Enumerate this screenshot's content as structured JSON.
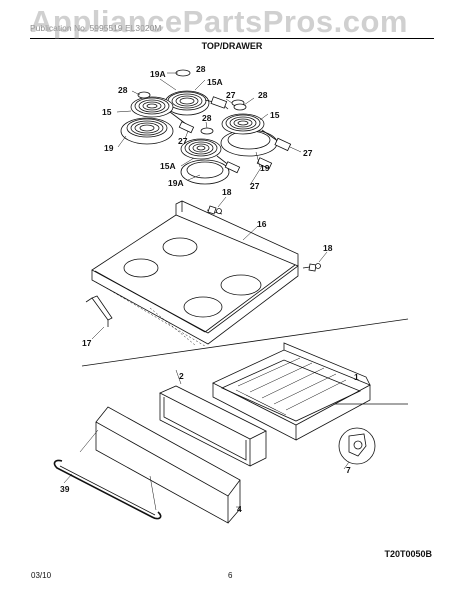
{
  "watermark": {
    "text": "AppliancePartsPros.com"
  },
  "header": {
    "publication_text": "Publication No. 5995519  EL3020M",
    "section_title": "TOP/DRAWER"
  },
  "callouts": {
    "c28a": "28",
    "c28b": "28",
    "c28c": "28",
    "c28d": "28",
    "c19Aa": "19A",
    "c19Ab": "19A",
    "c15Aa": "15A",
    "c15Ab": "15A",
    "c27a": "27",
    "c27b": "27",
    "c27c": "27",
    "c27d": "27",
    "c15a": "15",
    "c15b": "15",
    "c19a": "19",
    "c19b": "19",
    "c18a": "18",
    "c18b": "18",
    "c16": "16",
    "c17": "17",
    "c1": "1",
    "c2": "2",
    "c7": "7",
    "c4": "4",
    "c39": "39"
  },
  "diagram_code": "T20T0050B",
  "footer": {
    "date": "03/10",
    "page": "6"
  }
}
